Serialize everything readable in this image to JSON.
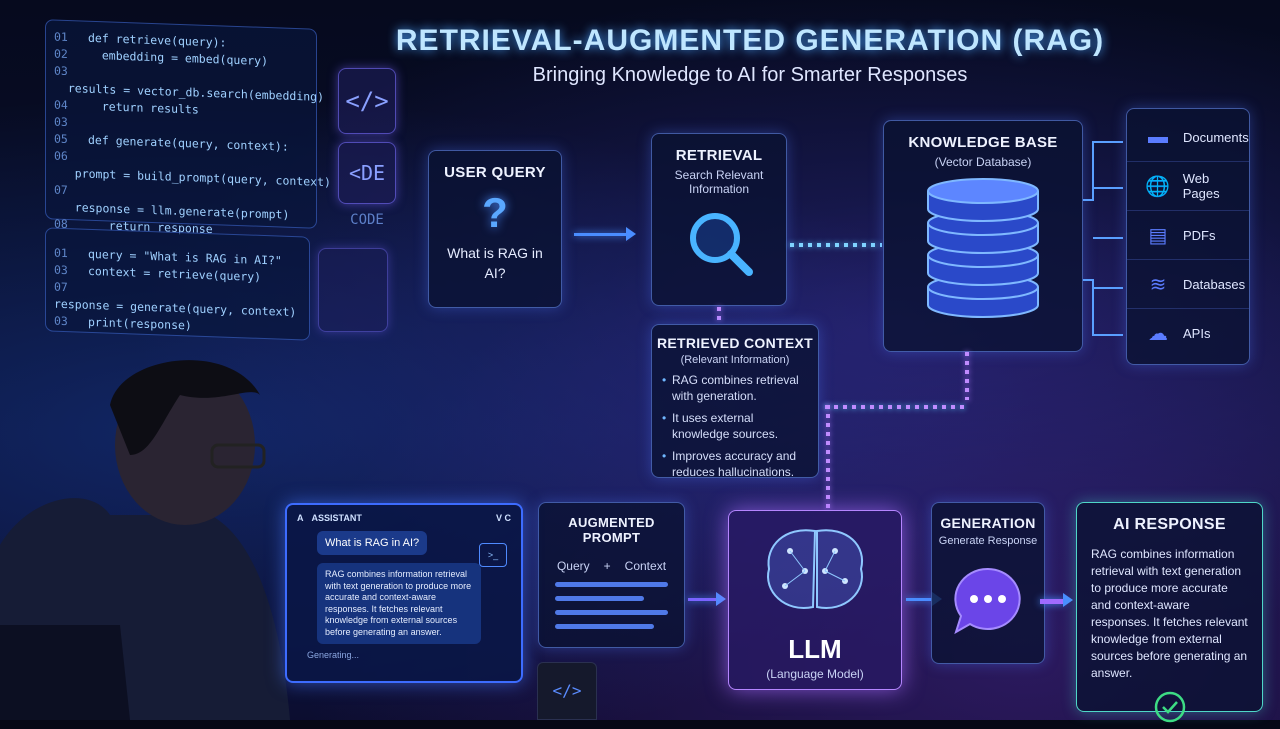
{
  "title": "RETRIEVAL-AUGMENTED GENERATION (RAG)",
  "subtitle": "Bringing Knowledge to AI for Smarter Responses",
  "code_panel_1": {
    "lines": [
      {
        "n": "01",
        "t": "def retrieve(query):"
      },
      {
        "n": "02",
        "t": "  embedding = embed(query)"
      },
      {
        "n": "03",
        "t": "  results = vector_db.search(embedding)"
      },
      {
        "n": "04",
        "t": "  return results"
      },
      {
        "n": "03",
        "t": ""
      },
      {
        "n": "05",
        "t": "def generate(query, context):"
      },
      {
        "n": "06",
        "t": "   prompt = build_prompt(query, context)"
      },
      {
        "n": "07",
        "t": "   response = llm.generate(prompt)"
      },
      {
        "n": "08",
        "t": "   return response"
      }
    ]
  },
  "code_panel_2": {
    "lines": [
      {
        "n": "01",
        "t": "query = \"What is RAG in AI?\""
      },
      {
        "n": "03",
        "t": "context = retrieve(query)"
      },
      {
        "n": "07",
        "t": "response = generate(query, context)"
      },
      {
        "n": "03",
        "t": "print(response)"
      }
    ]
  },
  "code_tiles": {
    "tag": "</>",
    "cde": "<DE",
    "label": "CODE"
  },
  "user_query": {
    "title": "USER QUERY",
    "icon": "question-mark",
    "text": "What is RAG in AI?"
  },
  "retrieval": {
    "title": "RETRIEVAL",
    "subtitle": "Search Relevant Information",
    "icon": "magnifier"
  },
  "knowledge_base": {
    "title": "KNOWLEDGE BASE",
    "subtitle": "(Vector Database)",
    "icon": "database-cylinder"
  },
  "sources": [
    {
      "label": "Documents",
      "icon": "folder"
    },
    {
      "label": "Web Pages",
      "icon": "globe"
    },
    {
      "label": "PDFs",
      "icon": "file"
    },
    {
      "label": "Databases",
      "icon": "database"
    },
    {
      "label": "APIs",
      "icon": "cloud"
    }
  ],
  "retrieved_context": {
    "title": "RETRIEVED CONTEXT",
    "subtitle": "(Relevant Information)",
    "bullets": [
      "RAG combines retrieval with generation.",
      "It uses external knowledge sources.",
      "Improves accuracy and reduces hallucinations."
    ]
  },
  "augmented_prompt": {
    "title": "AUGMENTED PROMPT",
    "query": "Query",
    "plus": "+",
    "context": "Context"
  },
  "llm": {
    "title": "LLM",
    "subtitle": "(Language Model)",
    "icon": "brain"
  },
  "generation": {
    "title": "GENERATION",
    "subtitle": "Generate Response",
    "icon": "chat-bubble"
  },
  "ai_response": {
    "title": "AI RESPONSE",
    "text": "RAG combines information retrieval with text generation to produce more accurate and context-aware responses. It fetches relevant knowledge from external sources before generating an answer.",
    "icon": "check-circle"
  },
  "laptop": {
    "header": "ASSISTANT",
    "header_badge": "A",
    "controls": "V C",
    "question": "What is RAG in AI?",
    "answer": "RAG combines information retrieval with text generation to produce more accurate and context-aware responses. It fetches relevant knowledge from external sources before generating an answer.",
    "status": "Generating..."
  },
  "mug": {
    "icon": "</>"
  },
  "colors": {
    "accent": "#4a8dff",
    "purple": "#a06bff",
    "bg": "#050816"
  }
}
